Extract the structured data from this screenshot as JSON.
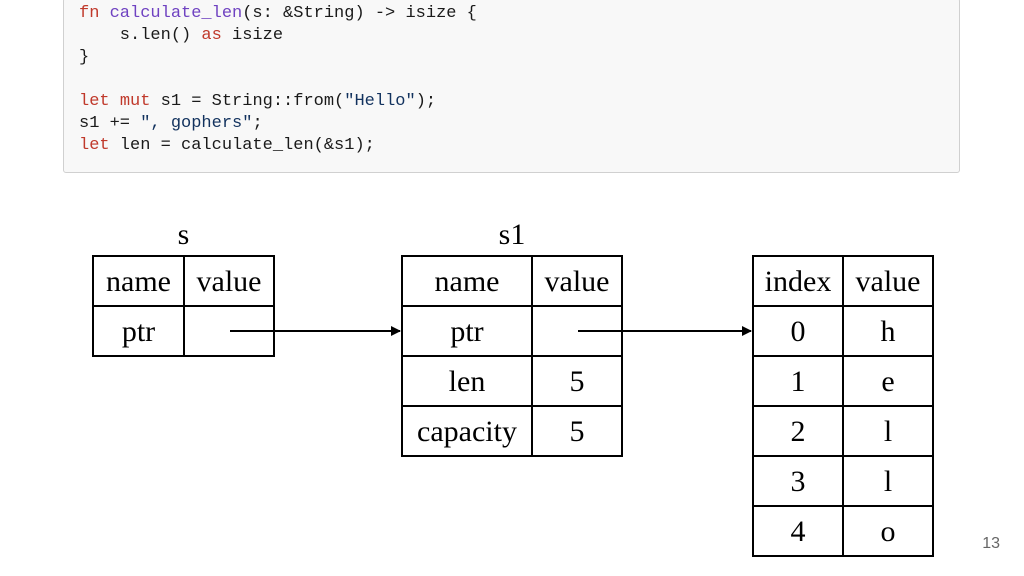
{
  "code": {
    "lines": [
      [
        {
          "t": "fn ",
          "c": "kw"
        },
        {
          "t": "calculate_len",
          "c": "fn"
        },
        {
          "t": "(s: &String) -> isize {",
          "c": ""
        }
      ],
      [
        {
          "t": "    s.len() ",
          "c": ""
        },
        {
          "t": "as",
          "c": "kw"
        },
        {
          "t": " isize",
          "c": ""
        }
      ],
      [
        {
          "t": "}",
          "c": ""
        }
      ],
      [
        {
          "t": "",
          "c": ""
        }
      ],
      [
        {
          "t": "let",
          "c": "kw"
        },
        {
          "t": " ",
          "c": ""
        },
        {
          "t": "mut",
          "c": "kw"
        },
        {
          "t": " s1 = String::from(",
          "c": ""
        },
        {
          "t": "\"Hello\"",
          "c": "str"
        },
        {
          "t": ");",
          "c": ""
        }
      ],
      [
        {
          "t": "s1 += ",
          "c": ""
        },
        {
          "t": "\", gophers\"",
          "c": "str"
        },
        {
          "t": ";",
          "c": ""
        }
      ],
      [
        {
          "t": "let",
          "c": "kw"
        },
        {
          "t": " len = calculate_len(&s1);",
          "c": ""
        }
      ]
    ]
  },
  "diagram": {
    "s_table": {
      "title": "s",
      "headers": [
        "name",
        "value"
      ],
      "rows": [
        [
          "ptr",
          ""
        ]
      ]
    },
    "s1_table": {
      "title": "s1",
      "headers": [
        "name",
        "value"
      ],
      "rows": [
        [
          "ptr",
          ""
        ],
        [
          "len",
          "5"
        ],
        [
          "capacity",
          "5"
        ]
      ]
    },
    "heap_table": {
      "headers": [
        "index",
        "value"
      ],
      "rows": [
        [
          "0",
          "h"
        ],
        [
          "1",
          "e"
        ],
        [
          "2",
          "l"
        ],
        [
          "3",
          "l"
        ],
        [
          "4",
          "o"
        ]
      ]
    }
  },
  "page_number": "13"
}
